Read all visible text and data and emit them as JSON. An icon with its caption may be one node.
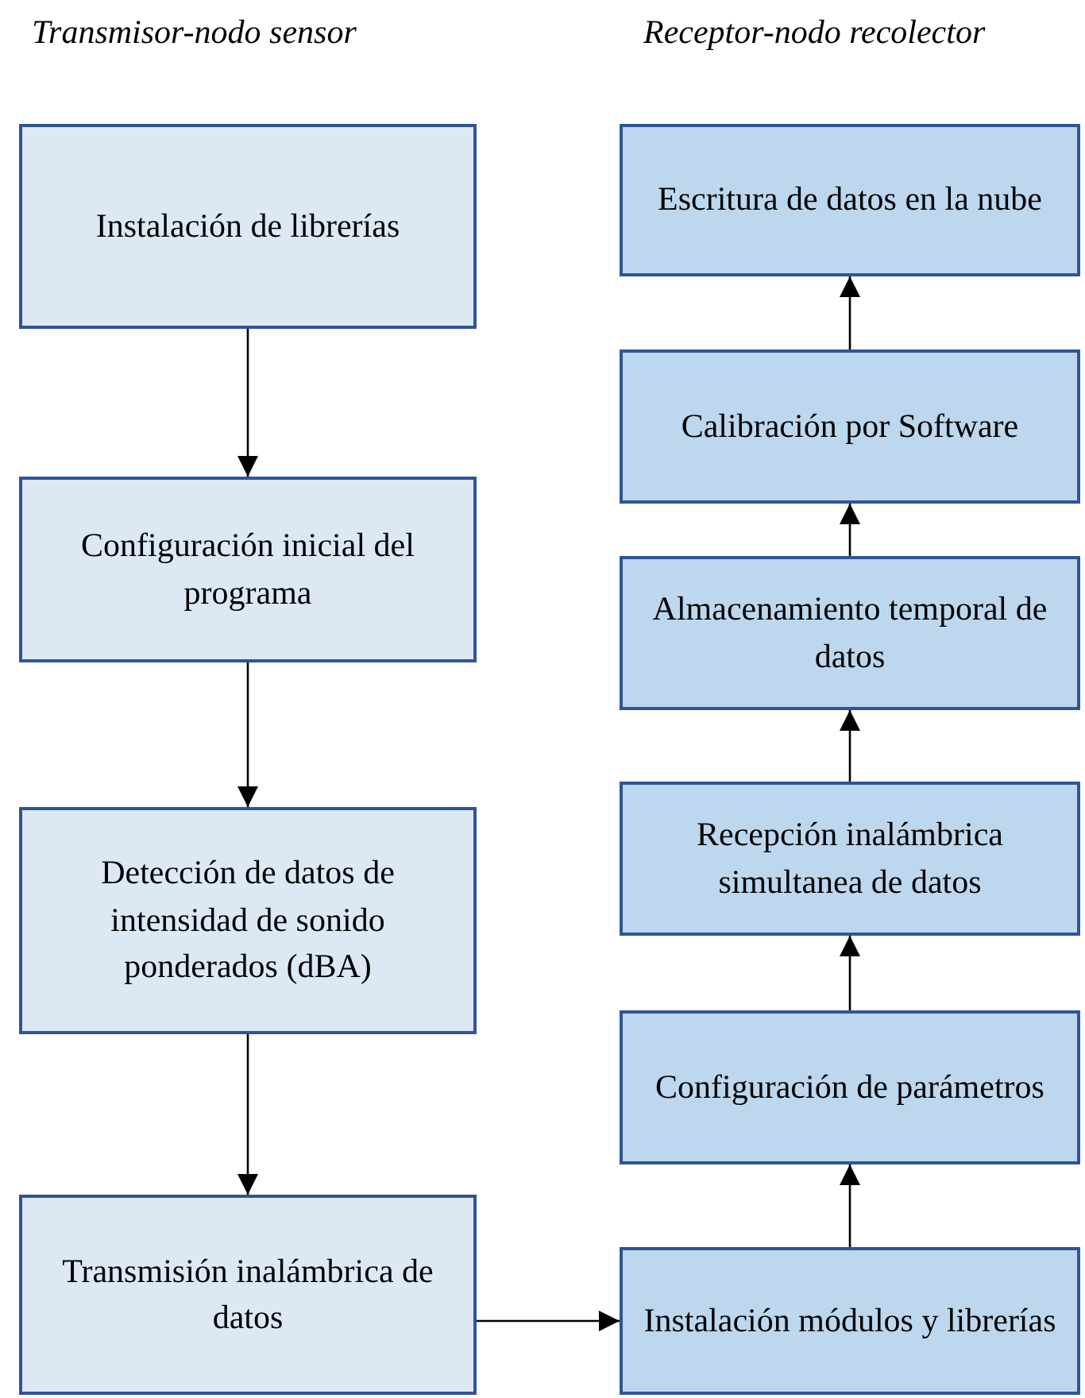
{
  "diagram": {
    "nodes": [
      {
        "text": [
          "Instalación de librerías"
        ]
      },
      {
        "text": [
          "Configuración inicial del programa"
        ]
      },
      {
        "text": [
          "Detección de datos de intensidad de sonido ponderados (dBA)"
        ]
      },
      {
        "text": [
          "Transmisión inalámbrica de datos"
        ]
      },
      {
        "text": [
          "Escritura de datos en la nube"
        ]
      },
      {
        "text": [
          "Calibración por Software"
        ]
      },
      {
        "text": [
          "Almacenamiento temporal de datos"
        ]
      },
      {
        "text": [
          "Recepción inalámbrica simultanea de datos"
        ]
      },
      {
        "text": [
          "Configuración de parámetros"
        ]
      },
      {
        "text": [
          "Instalación módulos y librerías"
        ]
      }
    ],
    "edges": [
      {
        "from": 0,
        "to": 1,
        "arrow": "to"
      },
      {
        "from": 1,
        "to": 2,
        "arrow": "to"
      },
      {
        "from": 2,
        "to": 3,
        "arrow": "to"
      },
      {
        "from": 3,
        "to": 9,
        "arrow": "to"
      },
      {
        "from": 9,
        "to": 8,
        "arrow": "to"
      },
      {
        "from": 8,
        "to": 7,
        "arrow": "to"
      },
      {
        "from": 7,
        "to": 6,
        "arrow": "to"
      },
      {
        "from": 6,
        "to": 5,
        "arrow": "to"
      },
      {
        "from": 5,
        "to": 4,
        "arrow": "to"
      }
    ],
    "labels": [
      "Transmisor-nodo sensor",
      "Receptor-nodo recolector"
    ]
  }
}
